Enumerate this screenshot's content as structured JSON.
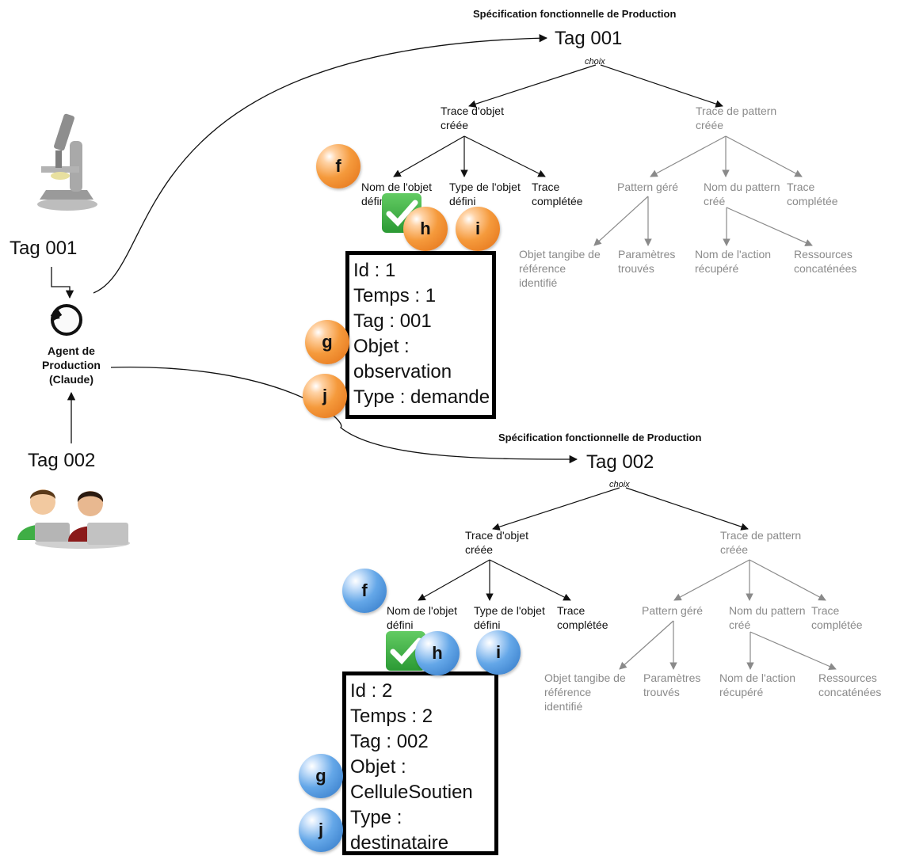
{
  "spec_top": {
    "title": "Spécification fonctionnelle de Production",
    "tag": "Tag 001",
    "choix": "choix",
    "object_branch": {
      "label": "Trace d'objet créée",
      "children": [
        "Nom de l'objet défini",
        "Type de l'objet défini",
        "Trace complétée"
      ]
    },
    "pattern_branch": {
      "label": "Trace de pattern créée",
      "children": [
        "Pattern géré",
        "Nom du pattern créé",
        "Trace complétée"
      ],
      "grandchildren": [
        "Objet tangibe de référence identifié",
        "Paramètres trouvés",
        "Nom de l'action récupéré",
        "Ressources concaténées"
      ]
    },
    "record": {
      "lines": [
        "Id : 1",
        "Temps : 1",
        "Tag : 001",
        "Objet :",
        "observation",
        "Type : demande"
      ]
    },
    "badges": {
      "f": "f",
      "g": "g",
      "h": "h",
      "i": "i",
      "j": "j"
    }
  },
  "spec_bottom": {
    "title": "Spécification fonctionnelle de Production",
    "tag": "Tag 002",
    "choix": "choix",
    "object_branch": {
      "label": "Trace d'objet créée",
      "children": [
        "Nom de l'objet défini",
        "Type de l'objet défini",
        "Trace complétée"
      ]
    },
    "pattern_branch": {
      "label": "Trace de pattern créée",
      "children": [
        "Pattern géré",
        "Nom du pattern créé",
        "Trace complétée"
      ],
      "grandchildren": [
        "Objet tangibe de référence identifié",
        "Paramètres trouvés",
        "Nom de l'action récupéré",
        "Ressources concaténées"
      ]
    },
    "record": {
      "lines": [
        "Id : 2",
        "Temps : 2",
        "Tag : 002",
        "Objet :",
        "CelluleSoutien",
        "Type :",
        "destinataire"
      ]
    },
    "badges": {
      "f": "f",
      "g": "g",
      "h": "h",
      "i": "i",
      "j": "j"
    }
  },
  "left": {
    "tag_top": "Tag 001",
    "agent_label": [
      "Agent de",
      "Production",
      "(Claude)"
    ],
    "tag_bottom": "Tag 002",
    "icons": [
      "microscope-icon",
      "cycle-icon",
      "users-icon"
    ]
  },
  "colors": {
    "orange_badge": "#f59a3c",
    "blue_badge": "#64a7e8",
    "gray_text": "#8a8a8a",
    "check_green": "#3fae45"
  }
}
